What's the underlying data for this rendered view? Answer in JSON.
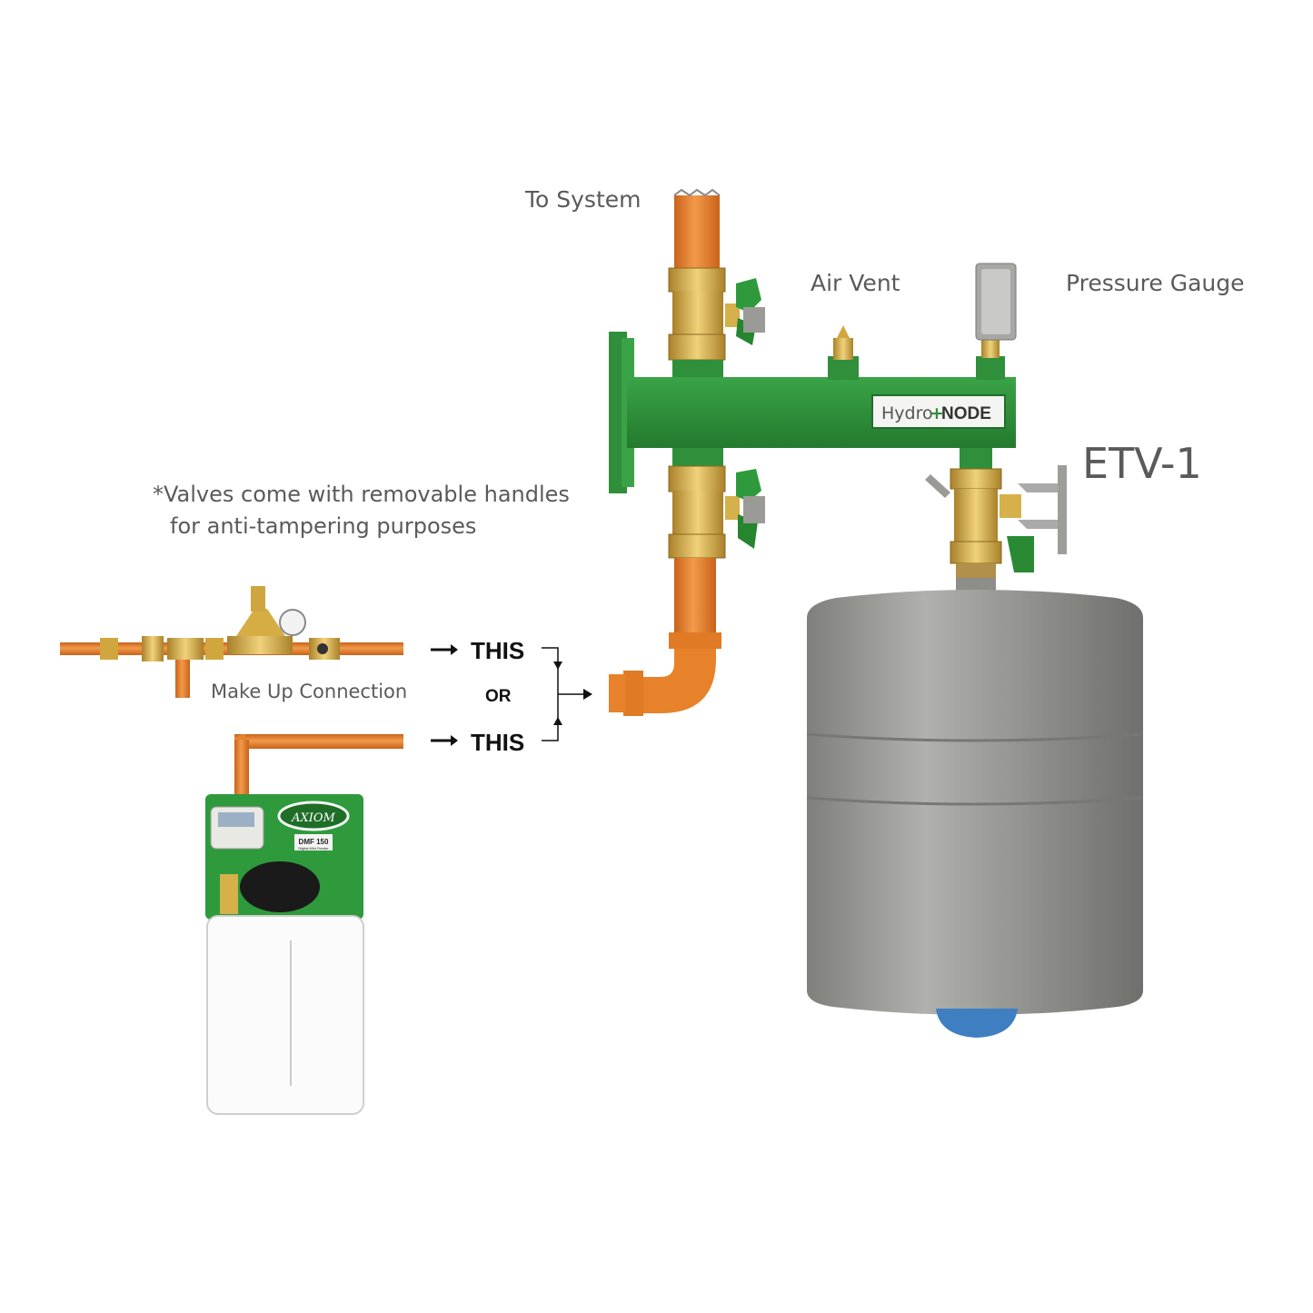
{
  "labels": {
    "to_system": "To System",
    "air_vent": "Air Vent",
    "pressure_gauge": "Pressure Gauge",
    "etv": "ETV-1",
    "note_line1": "*Valves come with removable handles",
    "note_line2": "for anti-tampering purposes",
    "make_up": "Make Up Connection"
  },
  "options": {
    "this_top": "THIS",
    "or": "OR",
    "this_bottom": "THIS"
  },
  "hydronode": {
    "text_a": "Hydro",
    "plus": "+",
    "text_b": "NODE"
  },
  "feeder": {
    "brand": "AXIOM",
    "model": "DMF 150",
    "subtitle": "Digital Mini Feeder"
  },
  "colors": {
    "pipe": "#e8822a",
    "brass": "#d9b24a",
    "green": "#2f8f3a",
    "tank": "#9a9a96",
    "tank_base": "#3f7fc1",
    "label": "#5a5a5a"
  }
}
